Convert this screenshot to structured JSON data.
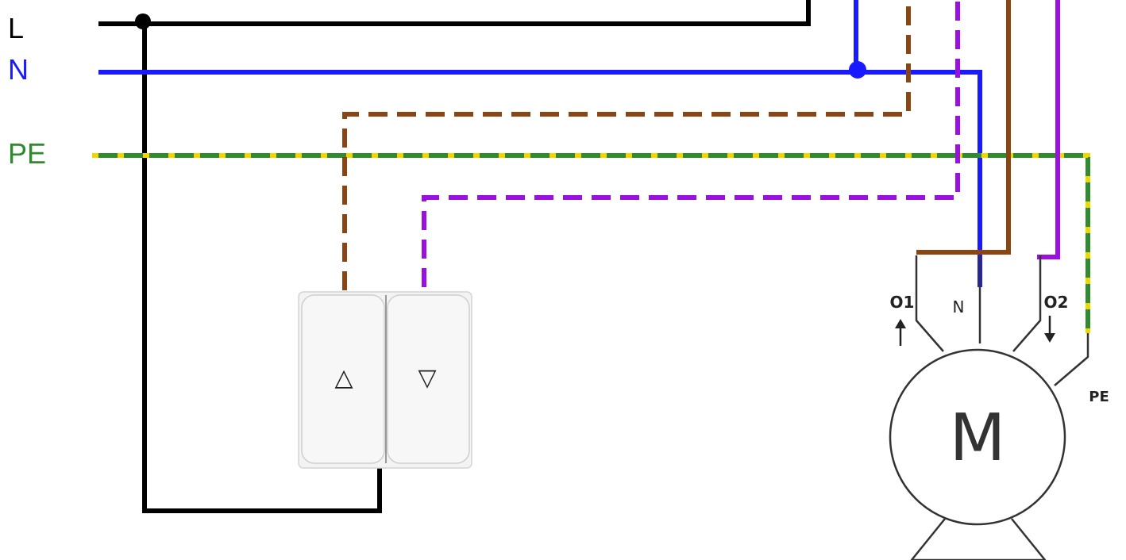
{
  "lines": {
    "L": {
      "label": "L",
      "color": "#000000"
    },
    "N": {
      "label": "N",
      "color": "#1a1aff"
    },
    "PE": {
      "label": "PE",
      "color": "#2e8b2e",
      "stripe_color": "#f2d600"
    }
  },
  "wire_colors": {
    "up_wire": "#8b4513",
    "down_wire": "#9b10e0"
  },
  "switch": {
    "up_symbol": "△",
    "down_symbol": "▽"
  },
  "motor": {
    "symbol": "M",
    "terminal_o1": "O1",
    "terminal_n": "N",
    "terminal_o2": "O2",
    "terminal_pe": "PE",
    "arrow_o1": "up-arrow-icon",
    "arrow_o2": "down-arrow-icon"
  }
}
